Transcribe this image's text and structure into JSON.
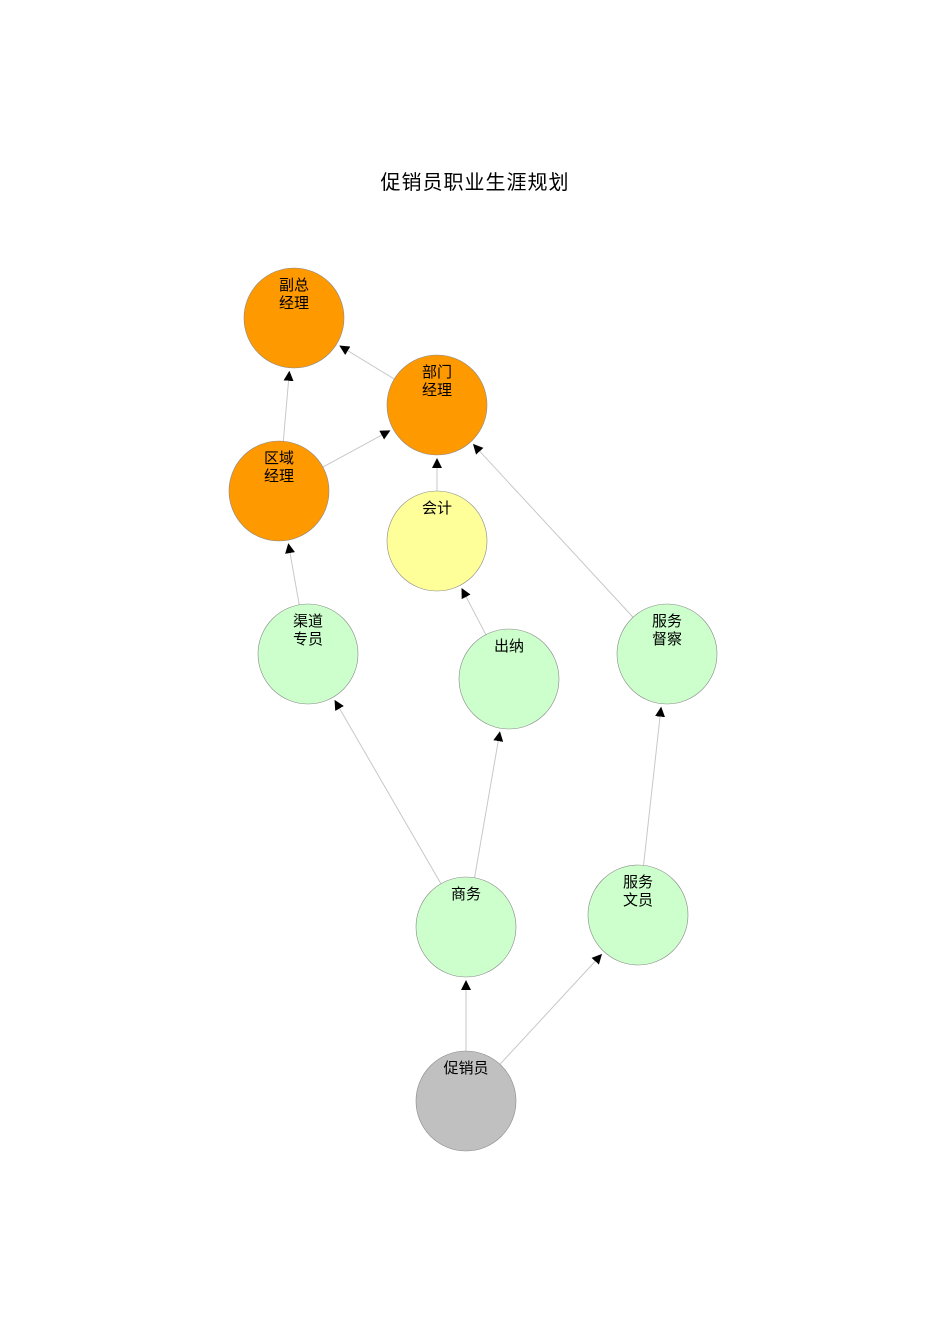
{
  "title": "促销员职业生涯规划",
  "colors": {
    "management": "#ff9900",
    "finance": "#ffff99",
    "staff": "#ccffcc",
    "entry": "#c0c0c0",
    "edge": "#c8c8c8",
    "arrow": "#000000"
  },
  "nodes": [
    {
      "id": "fuzong",
      "lines": [
        "副总",
        "经理"
      ],
      "group": "management"
    },
    {
      "id": "bumen",
      "lines": [
        "部门",
        "经理"
      ],
      "group": "management"
    },
    {
      "id": "quyu",
      "lines": [
        "区域",
        "经理"
      ],
      "group": "management"
    },
    {
      "id": "kuaiji",
      "lines": [
        "会计"
      ],
      "group": "finance"
    },
    {
      "id": "qudao",
      "lines": [
        "渠道",
        "专员"
      ],
      "group": "staff"
    },
    {
      "id": "chuna",
      "lines": [
        "出纳"
      ],
      "group": "staff"
    },
    {
      "id": "fuwu_duzha",
      "lines": [
        "服务",
        "督察"
      ],
      "group": "staff"
    },
    {
      "id": "shangwu",
      "lines": [
        "商务"
      ],
      "group": "staff"
    },
    {
      "id": "fuwu_wenyuan",
      "lines": [
        "服务",
        "文员"
      ],
      "group": "staff"
    },
    {
      "id": "cuxiaoyuan",
      "lines": [
        "促销员"
      ],
      "group": "entry"
    }
  ],
  "edges": [
    {
      "from": "cuxiaoyuan",
      "to": "shangwu"
    },
    {
      "from": "cuxiaoyuan",
      "to": "fuwu_wenyuan"
    },
    {
      "from": "shangwu",
      "to": "qudao"
    },
    {
      "from": "shangwu",
      "to": "chuna"
    },
    {
      "from": "fuwu_wenyuan",
      "to": "fuwu_duzha"
    },
    {
      "from": "qudao",
      "to": "quyu"
    },
    {
      "from": "chuna",
      "to": "kuaiji"
    },
    {
      "from": "fuwu_duzha",
      "to": "bumen"
    },
    {
      "from": "kuaiji",
      "to": "bumen"
    },
    {
      "from": "quyu",
      "to": "bumen"
    },
    {
      "from": "quyu",
      "to": "fuzong"
    },
    {
      "from": "bumen",
      "to": "fuzong"
    }
  ]
}
